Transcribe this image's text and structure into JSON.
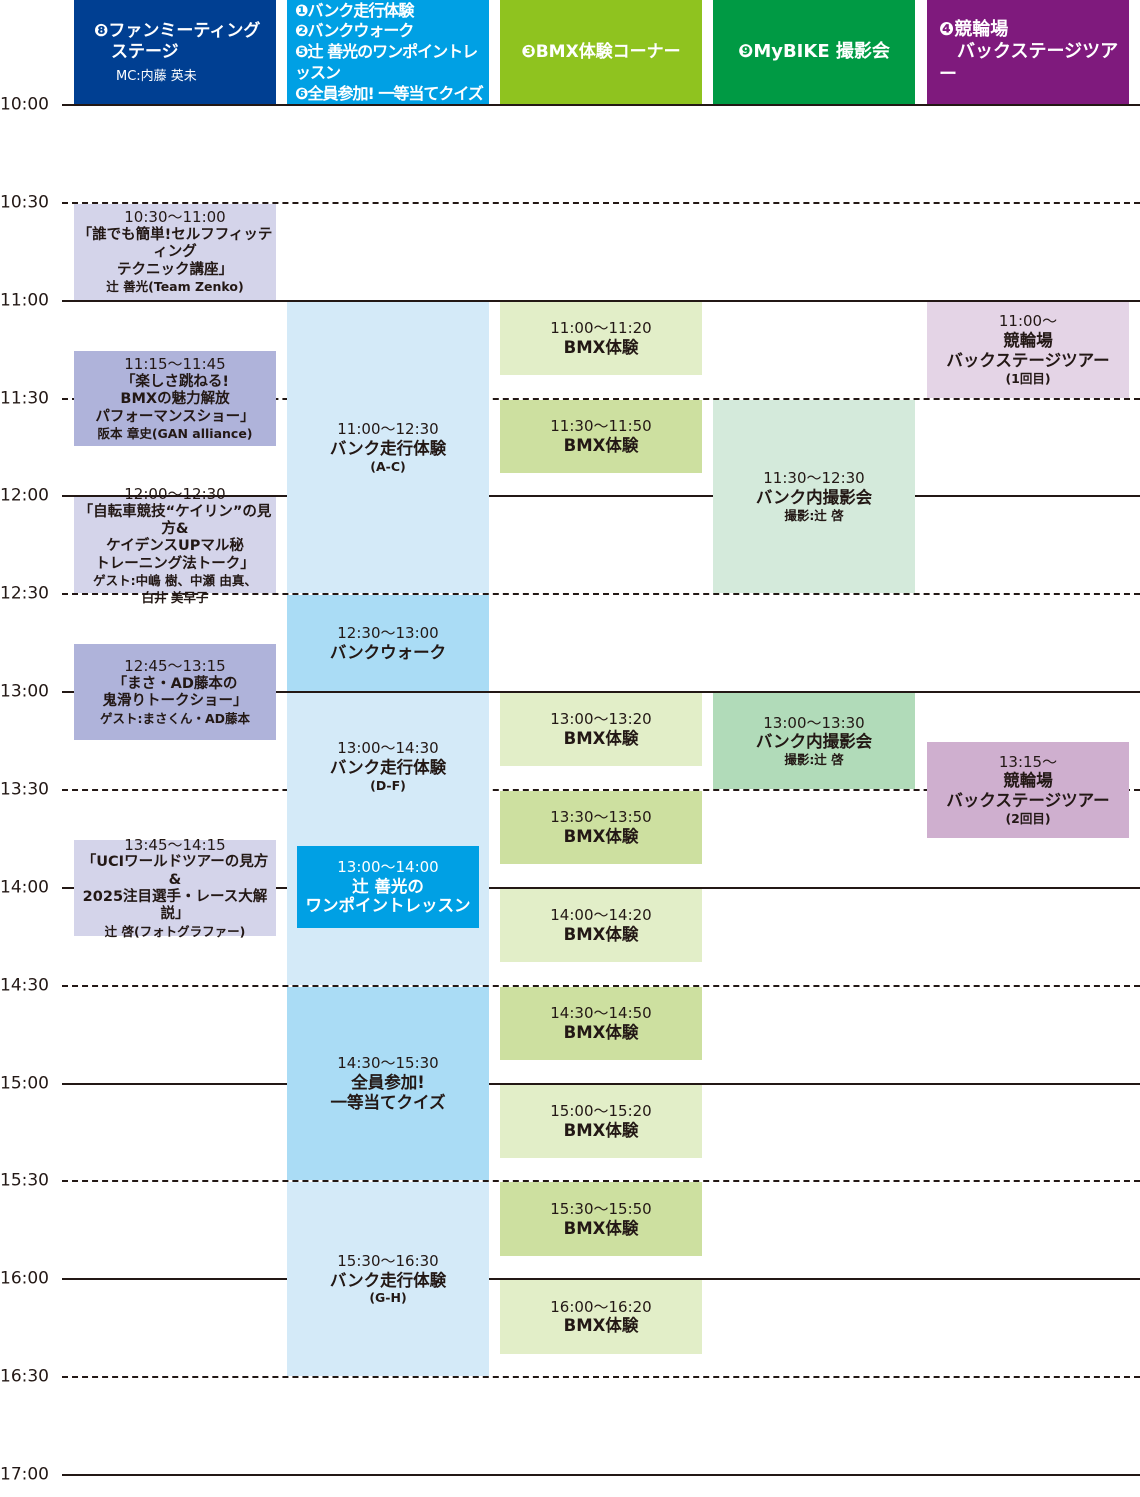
{
  "colors": {
    "stage": "#003f92",
    "bank": "#00a0e4",
    "bmx": "#8fc31f",
    "mybike": "#009a44",
    "backstage": "#7f1a7d"
  },
  "headers": [
    {
      "lines": "❽ファンミーティング\n　ステージ",
      "sub": "MC:内藤 英未",
      "color": "#003f92"
    },
    {
      "lines": "❶バンク走行体験\n❷バンクウォーク\n❺辻 善光のワンポイントレッスン\n❻全員参加! 一等当てクイズ",
      "sub": "",
      "color": "#00a0e4"
    },
    {
      "lines": "❸BMX体験コーナー",
      "sub": "",
      "color": "#8fc31f"
    },
    {
      "lines": "❾MyBIKE 撮影会",
      "sub": "",
      "color": "#009a44"
    },
    {
      "lines": "❹競輪場\n　バックステージツアー",
      "sub": "",
      "color": "#7f1a7d"
    }
  ],
  "time_labels": [
    "10:00",
    "10:30",
    "11:00",
    "11:30",
    "12:00",
    "12:30",
    "13:00",
    "13:30",
    "14:00",
    "14:30",
    "15:00",
    "15:30",
    "16:00",
    "16:30",
    "17:00"
  ],
  "events": [
    {
      "col": 1,
      "start": "10:30",
      "end": "11:00",
      "time": "10:30〜11:00",
      "title": "「誰でも簡単!セルフフィッティング\nテクニック講座」",
      "sub": "辻 善光(Team Zenko)",
      "bg": "#d4d4ea"
    },
    {
      "col": 1,
      "start": "11:15",
      "end": "11:45",
      "time": "11:15〜11:45",
      "title": "「楽しさ跳ねる!\nBMXの魅力解放\nパフォーマンスショー」",
      "sub": "阪本 章史(GAN alliance)",
      "bg": "#afb3da"
    },
    {
      "col": 1,
      "start": "12:00",
      "end": "12:30",
      "time": "12:00〜12:30",
      "title": "「自転車競技“ケイリン”の見方&\nケイデンスUPマル秘\nトレーニング法トーク」",
      "sub": "ゲスト:中嶋 樹、中瀬 由真、\n白井 美早子",
      "bg": "#d4d4ea"
    },
    {
      "col": 1,
      "start": "12:45",
      "end": "13:15",
      "time": "12:45〜13:15",
      "title": "「まさ・AD藤本の\n鬼滑りトークショー」",
      "sub": "ゲスト:まさくん・AD藤本",
      "bg": "#afb3da"
    },
    {
      "col": 1,
      "start": "13:45",
      "end": "14:15",
      "time": "13:45〜14:15",
      "title": "「UCIワールドツアーの見方&\n2025注目選手・レース大解説」",
      "sub": "辻 啓(フォトグラファー)",
      "bg": "#d4d4ea"
    },
    {
      "col": 2,
      "start": "11:00",
      "end": "12:30",
      "time": "11:00〜12:30",
      "title": "バンク走行体験",
      "sub": "(A-C)",
      "bg": "#d4eaf8"
    },
    {
      "col": 2,
      "start": "12:30",
      "end": "13:00",
      "time": "12:30〜13:00",
      "title": "バンクウォーク",
      "sub": "",
      "bg": "#aadcf5"
    },
    {
      "col": 2,
      "start": "13:00",
      "end": "14:30",
      "time": "13:00〜14:30",
      "title": "バンク走行体験",
      "sub": "(D-F)",
      "bg": "#d4eaf8",
      "shift_up": true
    },
    {
      "col": 2,
      "start": "14:30",
      "end": "15:30",
      "time": "14:30〜15:30",
      "title": "全員参加!\n一等当てクイズ",
      "sub": "",
      "bg": "#aadcf5"
    },
    {
      "col": 2,
      "start": "15:30",
      "end": "16:30",
      "time": "15:30〜16:30",
      "title": "バンク走行体験",
      "sub": "(G-H)",
      "bg": "#d4eaf8"
    },
    {
      "col": 2,
      "start": "13:00",
      "end": "14:00",
      "time": "13:00〜14:00",
      "title": "辻 善光の\nワンポイントレッスン",
      "sub": "",
      "bg": "#00a0e4",
      "inset": true,
      "light": true
    },
    {
      "col": 3,
      "start": "11:00",
      "end": "11:20",
      "time": "11:00〜11:20",
      "title": "BMX体験",
      "sub": "",
      "bg": "#e2eec8",
      "bmx": true
    },
    {
      "col": 3,
      "start": "11:30",
      "end": "11:50",
      "time": "11:30〜11:50",
      "title": "BMX体験",
      "sub": "",
      "bg": "#cde0a0",
      "bmx": true
    },
    {
      "col": 3,
      "start": "13:00",
      "end": "13:20",
      "time": "13:00〜13:20",
      "title": "BMX体験",
      "sub": "",
      "bg": "#e2eec8",
      "bmx": true
    },
    {
      "col": 3,
      "start": "13:30",
      "end": "13:50",
      "time": "13:30〜13:50",
      "title": "BMX体験",
      "sub": "",
      "bg": "#cde0a0",
      "bmx": true
    },
    {
      "col": 3,
      "start": "14:00",
      "end": "14:20",
      "time": "14:00〜14:20",
      "title": "BMX体験",
      "sub": "",
      "bg": "#e2eec8",
      "bmx": true
    },
    {
      "col": 3,
      "start": "14:30",
      "end": "14:50",
      "time": "14:30〜14:50",
      "title": "BMX体験",
      "sub": "",
      "bg": "#cde0a0",
      "bmx": true
    },
    {
      "col": 3,
      "start": "15:00",
      "end": "15:20",
      "time": "15:00〜15:20",
      "title": "BMX体験",
      "sub": "",
      "bg": "#e2eec8",
      "bmx": true
    },
    {
      "col": 3,
      "start": "15:30",
      "end": "15:50",
      "time": "15:30〜15:50",
      "title": "BMX体験",
      "sub": "",
      "bg": "#cde0a0",
      "bmx": true
    },
    {
      "col": 3,
      "start": "16:00",
      "end": "16:20",
      "time": "16:00〜16:20",
      "title": "BMX体験",
      "sub": "",
      "bg": "#e2eec8",
      "bmx": true
    },
    {
      "col": 4,
      "start": "11:30",
      "end": "12:30",
      "time": "11:30〜12:30",
      "title": "バンク内撮影会",
      "sub": "撮影:辻 啓",
      "bg": "#d4eadb"
    },
    {
      "col": 4,
      "start": "13:00",
      "end": "13:30",
      "time": "13:00〜13:30",
      "title": "バンク内撮影会",
      "sub": "撮影:辻 啓",
      "bg": "#b1dbb9"
    },
    {
      "col": 5,
      "start": "11:00",
      "end": "11:30",
      "time": "11:00〜",
      "title": "競輪場\nバックステージツアー",
      "sub": "(1回目)",
      "bg": "#e4d4e6"
    },
    {
      "col": 5,
      "start": "13:15",
      "end": "13:45",
      "time": "13:15〜",
      "title": "競輪場\nバックステージツアー",
      "sub": "(2回目)",
      "bg": "#cfafcf"
    }
  ]
}
